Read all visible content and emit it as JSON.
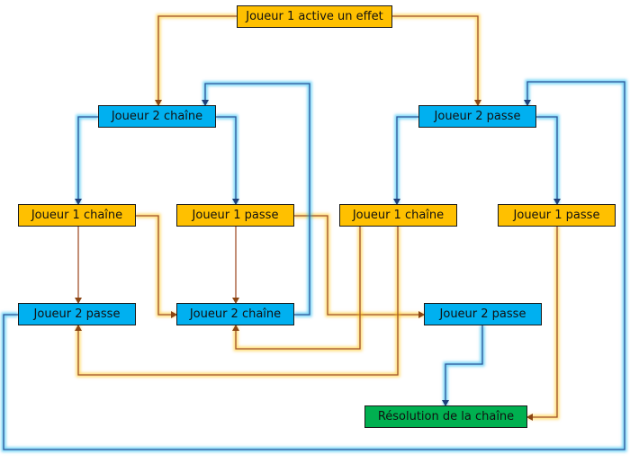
{
  "diagram": {
    "nodes": [
      {
        "id": "n1",
        "label": "Joueur 1 active un effet",
        "color": "#ffc000"
      },
      {
        "id": "n2",
        "label": "Joueur 2 chaîne",
        "color": "#00b0f0"
      },
      {
        "id": "n3",
        "label": "Joueur 2 passe",
        "color": "#00b0f0"
      },
      {
        "id": "n4",
        "label": "Joueur 1 chaîne",
        "color": "#ffc000"
      },
      {
        "id": "n5",
        "label": "Joueur 1 passe",
        "color": "#ffc000"
      },
      {
        "id": "n6",
        "label": "Joueur 1 chaîne",
        "color": "#ffc000"
      },
      {
        "id": "n7",
        "label": "Joueur 1 passe",
        "color": "#ffc000"
      },
      {
        "id": "n8",
        "label": "Joueur 2 passe",
        "color": "#00b0f0"
      },
      {
        "id": "n9",
        "label": "Joueur 2 chaîne",
        "color": "#00b0f0"
      },
      {
        "id": "n10",
        "label": "Joueur 2 passe",
        "color": "#00b0f0"
      },
      {
        "id": "n11",
        "label": "Résolution de la chaîne",
        "color": "#00b050"
      }
    ],
    "edges": [
      {
        "from": "n1",
        "to": "n2",
        "color": "orange"
      },
      {
        "from": "n1",
        "to": "n3",
        "color": "orange"
      },
      {
        "from": "n2",
        "to": "n4",
        "color": "blue"
      },
      {
        "from": "n2",
        "to": "n5",
        "color": "blue"
      },
      {
        "from": "n3",
        "to": "n6",
        "color": "blue"
      },
      {
        "from": "n3",
        "to": "n7",
        "color": "blue"
      },
      {
        "from": "n4",
        "to": "n8",
        "color": "orange"
      },
      {
        "from": "n4",
        "to": "n9",
        "color": "orange"
      },
      {
        "from": "n5",
        "to": "n9",
        "color": "orange"
      },
      {
        "from": "n5",
        "to": "n10",
        "color": "orange"
      },
      {
        "from": "n6",
        "to": "n9",
        "color": "orange"
      },
      {
        "from": "n6",
        "to": "n8",
        "color": "orange"
      },
      {
        "from": "n7",
        "to": "n11",
        "color": "orange"
      },
      {
        "from": "n9",
        "to": "n2",
        "color": "blue"
      },
      {
        "from": "n8",
        "to": "n3",
        "color": "blue"
      },
      {
        "from": "n10",
        "to": "n11",
        "color": "blue"
      }
    ],
    "colors": {
      "orange": "#ffc000",
      "blue": "#00b0f0",
      "green": "#00b050",
      "orange_line": "#a0522d",
      "blue_line": "#2f5597"
    }
  }
}
